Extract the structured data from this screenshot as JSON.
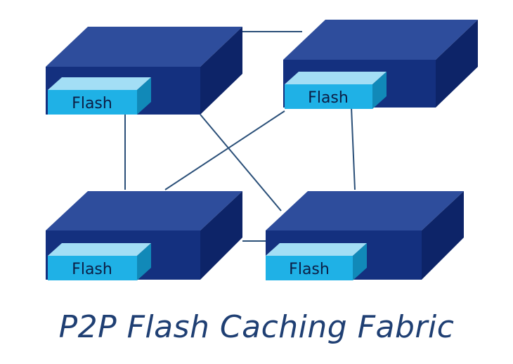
{
  "diagram": {
    "caption": "P2P Flash Caching Fabric",
    "nodes": [
      {
        "id": "top-left",
        "flash_label": "Flash"
      },
      {
        "id": "top-right",
        "flash_label": "Flash"
      },
      {
        "id": "bottom-left",
        "flash_label": "Flash"
      },
      {
        "id": "bottom-right",
        "flash_label": "Flash"
      }
    ],
    "colors": {
      "box_top": "#2e4d9c",
      "box_front": "#14307f",
      "box_side": "#0d2468",
      "flash_front": "#1fb1e6",
      "flash_top": "#a3def5",
      "flash_side": "#1189b8",
      "link": "#2a4f78",
      "caption": "#1f3f73"
    }
  }
}
